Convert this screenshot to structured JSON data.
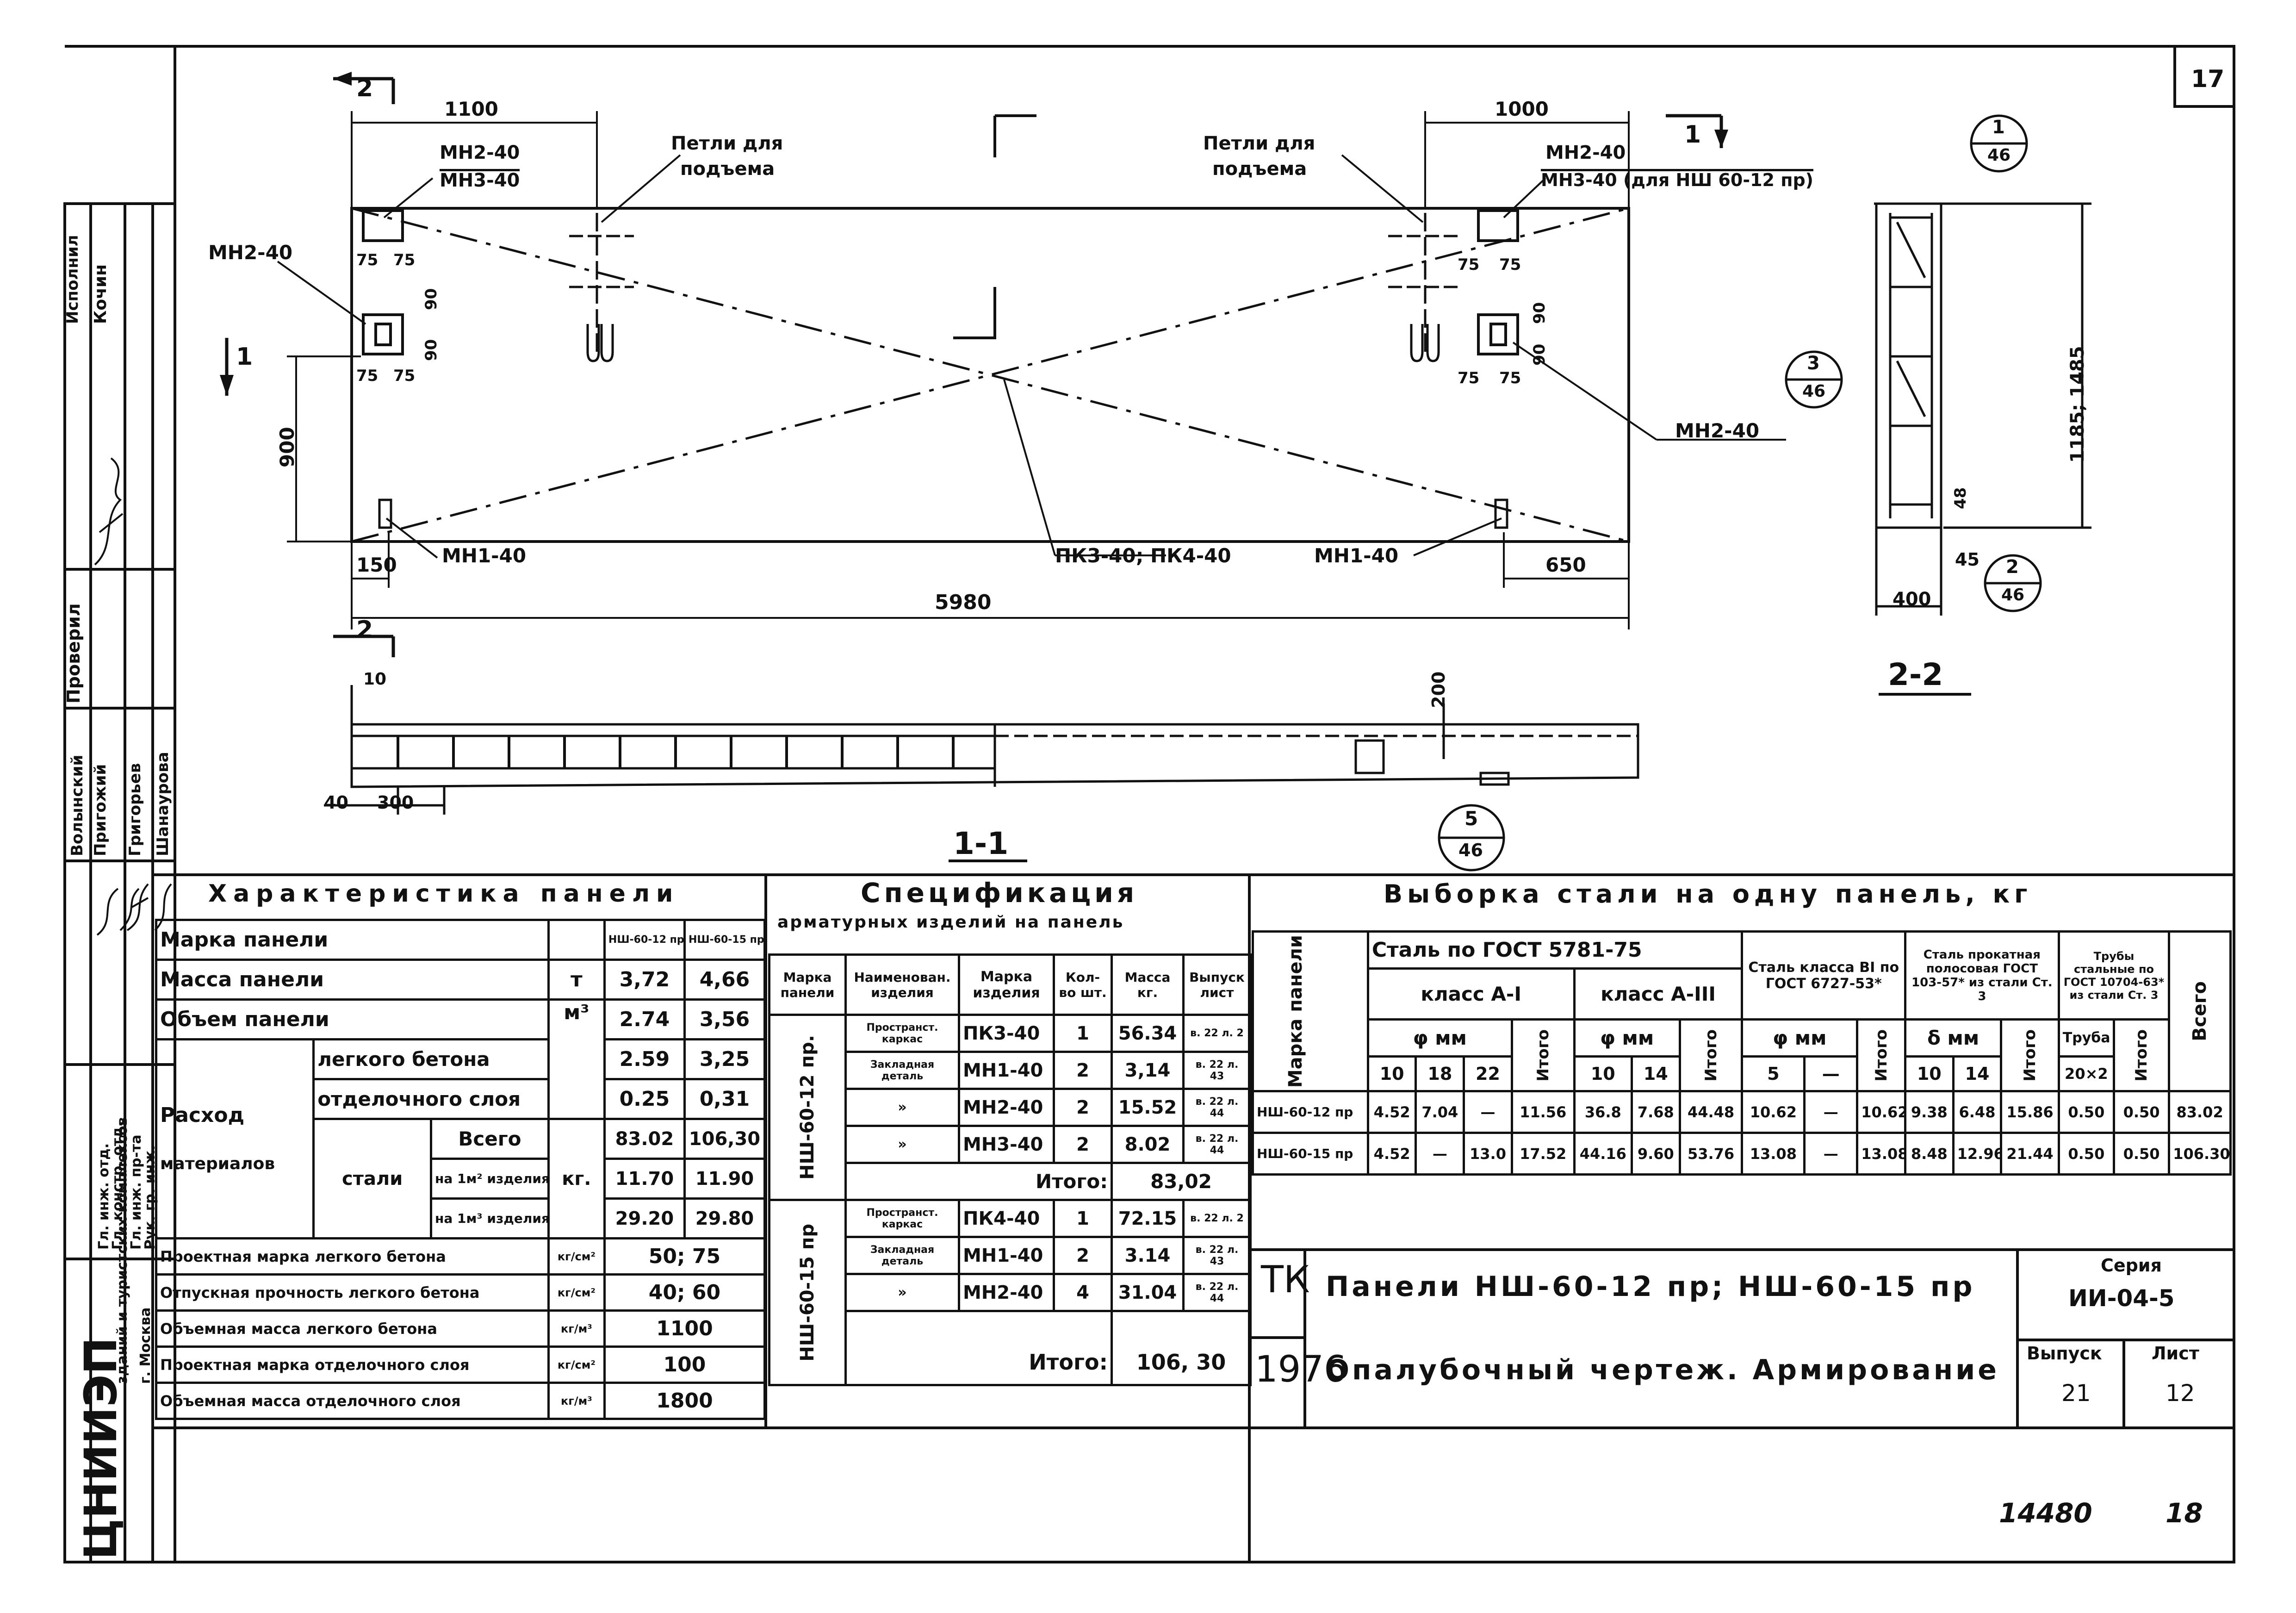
{
  "sheet": {
    "sheet_no": "17",
    "stamp_handwritten": "14480",
    "stamp_number": "18"
  },
  "plan": {
    "dims": {
      "d1100": "1100",
      "d1000": "1000",
      "d900": "900",
      "d150": "150",
      "d650": "650",
      "d5980": "5980",
      "d75a": "75",
      "d75b": "75",
      "d75c": "75",
      "d75d": "75",
      "d75e": "75",
      "d75f": "75",
      "d75g": "75",
      "d75h": "75",
      "d90a": "90",
      "d90b": "90",
      "d90c": "90",
      "d90d": "90"
    },
    "labels": {
      "mn2_40_mn3_40_left_top": "МН2-40",
      "mn3_40_left": "МН3-40",
      "mn2_40_left": "МН2-40",
      "loops_left_1": "Петли для",
      "loops_left_2": "подъема",
      "loops_right_1": "Петли для",
      "loops_right_2": "подъема",
      "mn2_40_right_top": "МН2-40",
      "mn3_40_right": "МН3-40 (для НШ 60-12 пр)",
      "mn2_40_right": "МН2-40",
      "mn1_40_left": "МН1-40",
      "mn1_40_right": "МН1-40",
      "pk_label": "ПК3-40; ПК4-40"
    },
    "section_marks": {
      "s1_left": "1",
      "s1_right": "1",
      "s2_top": "2",
      "s2_bottom": "2"
    },
    "callouts": [
      {
        "top": "1",
        "bottom": "46"
      },
      {
        "top": "3",
        "bottom": "46"
      },
      {
        "top": "2",
        "bottom": "46"
      },
      {
        "top": "5",
        "bottom": "46"
      }
    ]
  },
  "section11": {
    "title": "1-1",
    "d10": "10",
    "d40": "40",
    "d300": "300",
    "d200": "200"
  },
  "section22": {
    "title": "2-2",
    "d1185": "1185; 1485",
    "d48": "48",
    "d45": "45",
    "d400": "400"
  },
  "side_stamp": {
    "org": "ЦНИИЭП",
    "org2": "зданий и туристских комплексов",
    "city": "г. Москва",
    "roles": [
      "Гл. инж. отд.",
      "Гл. констр. отд.",
      "Гл. инж. пр-та",
      "Рук. гр. инж."
    ],
    "names": [
      "Волынский",
      "Пригожий",
      "Григорьев",
      "Шанаурова"
    ],
    "checked": "Проверил",
    "performed": "Исполнил",
    "kochin": "Кочин"
  },
  "char_table": {
    "title": "Характеристика панели",
    "rows": [
      {
        "label": "Марка панели",
        "unit": "",
        "v1": "НШ-60-12 пр.",
        "v2": "НШ-60-15 пр"
      },
      {
        "label": "Масса панели",
        "unit": "т",
        "v1": "3,72",
        "v2": "4,66"
      },
      {
        "label": "Объем панели",
        "unit": "м³",
        "v1": "2.74",
        "v2": "3,56"
      },
      {
        "label": "легкого бетона",
        "unit": "",
        "v1": "2.59",
        "v2": "3,25"
      },
      {
        "label": "отделочного слоя",
        "unit": "",
        "v1": "0.25",
        "v2": "0,31"
      },
      {
        "label": "Всего",
        "unit": "кг.",
        "v1": "83.02",
        "v2": "106,30"
      },
      {
        "label": "на 1м² изделия",
        "unit": "",
        "v1": "11.70",
        "v2": "11.90"
      },
      {
        "label": "на 1м³ изделия",
        "unit": "",
        "v1": "29.20",
        "v2": "29.80"
      }
    ],
    "rashod": "Расход",
    "materialov": "материалов",
    "stali": "стали",
    "extra": [
      {
        "label": "Проектная марка легкого бетона",
        "unit": "кг/см²",
        "v": "50; 75"
      },
      {
        "label": "Отпускная прочность легкого бетона",
        "unit": "кг/см²",
        "v": "40; 60"
      },
      {
        "label": "Объемная масса легкого бетона",
        "unit": "кг/м³",
        "v": "1100"
      },
      {
        "label": "Проектная марка отделочного слоя",
        "unit": "кг/см²",
        "v": "100"
      },
      {
        "label": "Объемная масса отделочного слоя",
        "unit": "кг/м³",
        "v": "1800"
      }
    ]
  },
  "spec_table": {
    "title": "Спецификация",
    "subtitle": "арматурных изделий на панель",
    "headers": [
      "Марка панели",
      "Наименован. изделия",
      "Марка изделия",
      "Кол-во шт.",
      "Масса кг.",
      "Выпуск лист"
    ],
    "group1": {
      "panel": "НШ-60-12 пр.",
      "rows": [
        {
          "name": "Пространст. каркас",
          "mark": "ПК3-40",
          "qty": "1",
          "mass": "56.34",
          "sheet": "в. 22 л. 2"
        },
        {
          "name": "Закладная деталь",
          "mark": "МН1-40",
          "qty": "2",
          "mass": "3,14",
          "sheet": "в. 22 л. 43"
        },
        {
          "name": "»",
          "mark": "МН2-40",
          "qty": "2",
          "mass": "15.52",
          "sheet": "в. 22 л. 44"
        },
        {
          "name": "»",
          "mark": "МН3-40",
          "qty": "2",
          "mass": "8.02",
          "sheet": "в. 22 л. 44"
        }
      ],
      "total_label": "Итого:",
      "total": "83,02"
    },
    "group2": {
      "panel": "НШ-60-15 пр",
      "rows": [
        {
          "name": "Пространст. каркас",
          "mark": "ПК4-40",
          "qty": "1",
          "mass": "72.15",
          "sheet": "в. 22 л. 2"
        },
        {
          "name": "Закладная деталь",
          "mark": "МН1-40",
          "qty": "2",
          "mass": "3.14",
          "sheet": "в. 22 л. 43"
        },
        {
          "name": "»",
          "mark": "МН2-40",
          "qty": "4",
          "mass": "31.04",
          "sheet": "в. 22 л. 44"
        }
      ],
      "total_label": "Итого:",
      "total": "106, 30"
    }
  },
  "steel_table": {
    "title": "Выборка стали на одну панель, кг",
    "col_mark": "Марка панели",
    "g1": "Сталь по ГОСТ 5781-75",
    "g1a": "класс А-I",
    "g1b": "класс А-III",
    "g2": "Сталь класса ВI по ГОСТ 6727-53*",
    "g3": "Сталь прокатная полосовая ГОСТ 103-57* из стали Ст. 3",
    "g4": "Трубы стальные по ГОСТ 10704-63* из стали Ст. 3",
    "total": "Всего",
    "phi": "φ мм",
    "delta": "δ мм",
    "itogo": "Итого",
    "truba": "Труба",
    "sub": [
      "10",
      "18",
      "22",
      "10",
      "14",
      "5",
      "—",
      "10",
      "14",
      "20×2"
    ],
    "rows": [
      {
        "mark": "НШ-60-12 пр",
        "v": [
          "4.52",
          "7.04",
          "—",
          "11.56",
          "36.8",
          "7.68",
          "44.48",
          "10.62",
          "—",
          "10.62",
          "9.38",
          "6.48",
          "15.86",
          "0.50",
          "0.50",
          "83.02"
        ]
      },
      {
        "mark": "НШ-60-15 пр",
        "v": [
          "4.52",
          "—",
          "13.0",
          "17.52",
          "44.16",
          "9.60",
          "53.76",
          "13.08",
          "—",
          "13.08",
          "8.48",
          "12.96",
          "21.44",
          "0.50",
          "0.50",
          "106.30"
        ]
      }
    ]
  },
  "title_block": {
    "tk": "ТК",
    "year": "1976",
    "line1": "Панели НШ-60-12 пр;   НШ-60-15 пр",
    "line2": "Опалубочный чертеж. Армирование",
    "series_label": "Серия",
    "series": "ИИ-04-5",
    "vypusk_label": "Выпуск",
    "vypusk": "21",
    "list_label": "Лист",
    "list": "12"
  }
}
